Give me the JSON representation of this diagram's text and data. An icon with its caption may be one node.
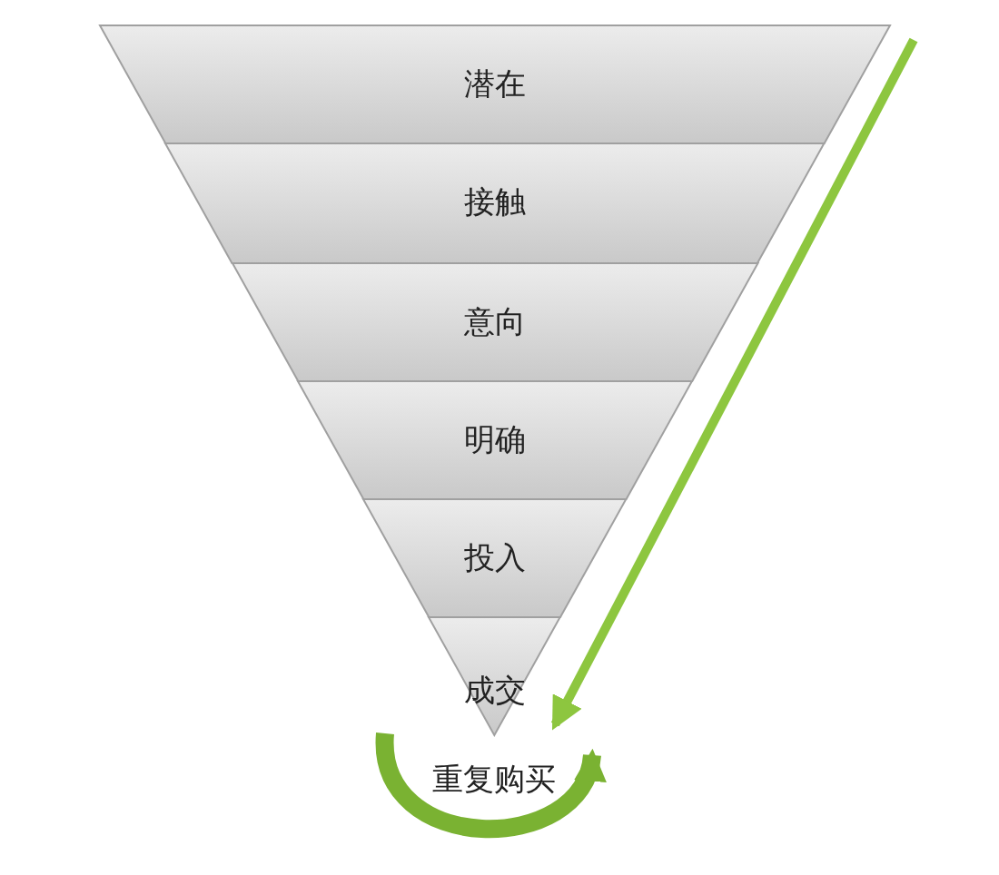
{
  "diagram": {
    "nodes": [
      {
        "text": [
          "潜在"
        ]
      },
      {
        "text": [
          "接触"
        ]
      },
      {
        "text": [
          "意向"
        ]
      },
      {
        "text": [
          "明确"
        ]
      },
      {
        "text": [
          "投入"
        ]
      },
      {
        "text": [
          "成交"
        ]
      },
      {
        "text": [
          "重复购买"
        ]
      }
    ],
    "edges": [
      {
        "from": null,
        "to": 5,
        "arrow": "to"
      },
      {
        "from": null,
        "to": 6,
        "arrow": "to",
        "style": "thick"
      }
    ]
  }
}
